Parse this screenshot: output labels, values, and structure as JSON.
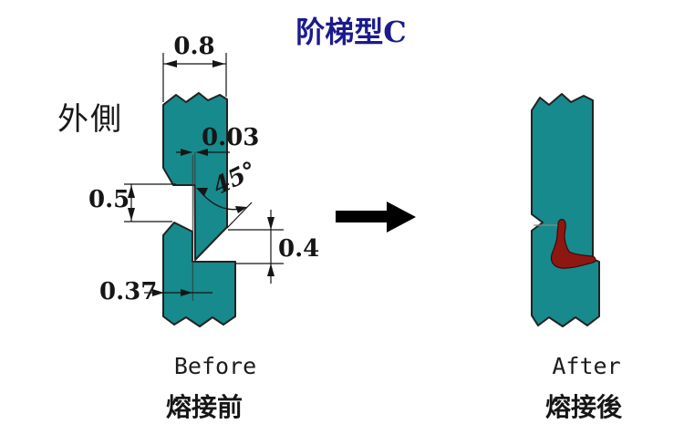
{
  "title": {
    "text": "阶梯型C",
    "color": "#1b1b8f"
  },
  "colors": {
    "background": "#ffffff",
    "plate": "#168a8c",
    "plate_outline": "#222222",
    "weld": "#8e1713",
    "weld_outline": "#440707",
    "dimension_line": "#151515",
    "seam": "#8a8a8a",
    "transform_arrow": "#000000"
  },
  "before_figure": {
    "side_label": "外側",
    "caption_en": "Before",
    "caption_zh": "熔接前",
    "dimensions": {
      "plate_width": "0.8",
      "horizontal_gap": "0.03",
      "bevel_angle": "45°",
      "left_gap_height": "0.5",
      "right_recess_height": "0.4",
      "step_width": "0.37"
    }
  },
  "after_figure": {
    "caption_en": "After",
    "caption_zh": "熔接後"
  }
}
